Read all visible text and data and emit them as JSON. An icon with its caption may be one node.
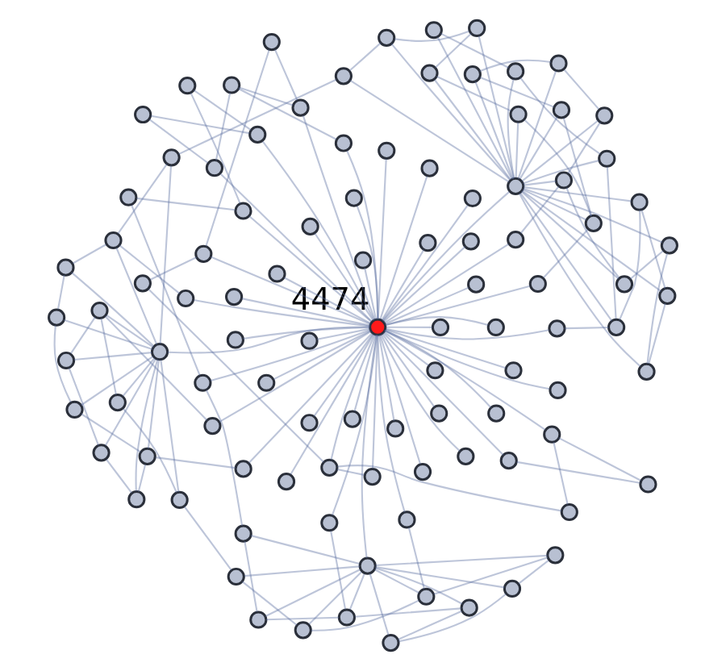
{
  "diagram": {
    "nodes": [
      {
        "text": [],
        "shape": "circle",
        "beside": [
          "4474"
        ]
      },
      {
        "text": [],
        "shape": "circle"
      },
      {
        "text": [],
        "shape": "circle"
      },
      {
        "text": [],
        "shape": "circle"
      },
      {
        "text": [],
        "shape": "circle"
      },
      {
        "text": [],
        "shape": "circle"
      },
      {
        "text": [],
        "shape": "circle"
      },
      {
        "text": [],
        "shape": "circle"
      },
      {
        "text": [],
        "shape": "circle"
      },
      {
        "text": [],
        "shape": "circle"
      },
      {
        "text": [],
        "shape": "circle"
      },
      {
        "text": [],
        "shape": "circle"
      },
      {
        "text": [],
        "shape": "circle"
      },
      {
        "text": [],
        "shape": "circle"
      },
      {
        "text": [],
        "shape": "circle"
      },
      {
        "text": [],
        "shape": "circle"
      },
      {
        "text": [],
        "shape": "circle"
      },
      {
        "text": [],
        "shape": "circle"
      },
      {
        "text": [],
        "shape": "circle"
      },
      {
        "text": [],
        "shape": "circle"
      },
      {
        "text": [],
        "shape": "circle"
      },
      {
        "text": [],
        "shape": "circle"
      },
      {
        "text": [],
        "shape": "circle"
      },
      {
        "text": [],
        "shape": "circle"
      },
      {
        "text": [],
        "shape": "circle"
      },
      {
        "text": [],
        "shape": "circle"
      },
      {
        "text": [],
        "shape": "circle"
      },
      {
        "text": [],
        "shape": "circle"
      },
      {
        "text": [],
        "shape": "circle"
      },
      {
        "text": [],
        "shape": "circle"
      },
      {
        "text": [],
        "shape": "circle"
      },
      {
        "text": [],
        "shape": "circle"
      },
      {
        "text": [],
        "shape": "circle"
      },
      {
        "text": [],
        "shape": "circle"
      },
      {
        "text": [],
        "shape": "circle"
      },
      {
        "text": [],
        "shape": "circle"
      },
      {
        "text": [],
        "shape": "circle"
      },
      {
        "text": [],
        "shape": "circle"
      },
      {
        "text": [],
        "shape": "circle"
      },
      {
        "text": [],
        "shape": "circle"
      },
      {
        "text": [],
        "shape": "circle"
      },
      {
        "text": [],
        "shape": "circle"
      },
      {
        "text": [],
        "shape": "circle"
      },
      {
        "text": [],
        "shape": "circle"
      },
      {
        "text": [],
        "shape": "circle"
      },
      {
        "text": [],
        "shape": "circle"
      },
      {
        "text": [],
        "shape": "circle"
      },
      {
        "text": [],
        "shape": "circle"
      },
      {
        "text": [],
        "shape": "circle"
      },
      {
        "text": [],
        "shape": "circle"
      },
      {
        "text": [],
        "shape": "circle"
      },
      {
        "text": [],
        "shape": "circle"
      },
      {
        "text": [],
        "shape": "circle"
      },
      {
        "text": [],
        "shape": "circle"
      },
      {
        "text": [],
        "shape": "circle"
      },
      {
        "text": [],
        "shape": "circle"
      },
      {
        "text": [],
        "shape": "circle"
      },
      {
        "text": [],
        "shape": "circle"
      },
      {
        "text": [],
        "shape": "circle"
      },
      {
        "text": [],
        "shape": "circle"
      },
      {
        "text": [],
        "shape": "circle"
      },
      {
        "text": [],
        "shape": "circle"
      },
      {
        "text": [],
        "shape": "circle"
      },
      {
        "text": [],
        "shape": "circle"
      },
      {
        "text": [],
        "shape": "circle"
      },
      {
        "text": [],
        "shape": "circle"
      },
      {
        "text": [],
        "shape": "circle"
      },
      {
        "text": [],
        "shape": "circle"
      },
      {
        "text": [],
        "shape": "circle"
      },
      {
        "text": [],
        "shape": "circle"
      },
      {
        "text": [],
        "shape": "circle"
      },
      {
        "text": [],
        "shape": "circle"
      },
      {
        "text": [],
        "shape": "circle"
      },
      {
        "text": [],
        "shape": "circle"
      },
      {
        "text": [],
        "shape": "circle"
      },
      {
        "text": [],
        "shape": "circle"
      },
      {
        "text": [],
        "shape": "circle"
      },
      {
        "text": [],
        "shape": "circle"
      },
      {
        "text": [],
        "shape": "circle"
      },
      {
        "text": [],
        "shape": "circle"
      },
      {
        "text": [],
        "shape": "circle"
      },
      {
        "text": [],
        "shape": "circle"
      },
      {
        "text": [],
        "shape": "circle"
      },
      {
        "text": [],
        "shape": "circle"
      },
      {
        "text": [],
        "shape": "circle"
      },
      {
        "text": [],
        "shape": "circle"
      },
      {
        "text": [],
        "shape": "circle"
      },
      {
        "text": [],
        "shape": "circle"
      },
      {
        "text": [],
        "shape": "circle"
      },
      {
        "text": [],
        "shape": "circle"
      },
      {
        "text": [],
        "shape": "circle"
      },
      {
        "text": [],
        "shape": "circle"
      },
      {
        "text": [],
        "shape": "circle"
      },
      {
        "text": [],
        "shape": "circle"
      },
      {
        "text": [],
        "shape": "circle"
      },
      {
        "text": [],
        "shape": "circle"
      },
      {
        "text": [],
        "shape": "circle"
      },
      {
        "text": [],
        "shape": "circle"
      },
      {
        "text": [],
        "shape": "circle"
      },
      {
        "text": [],
        "shape": "circle"
      }
    ],
    "edges": [
      {
        "from": 0,
        "to": 1,
        "arrow": "none"
      },
      {
        "from": 0,
        "to": 2,
        "arrow": "none"
      },
      {
        "from": 0,
        "to": 3,
        "arrow": "none"
      },
      {
        "from": 0,
        "to": 4,
        "arrow": "none"
      },
      {
        "from": 0,
        "to": 5,
        "arrow": "none"
      },
      {
        "from": 0,
        "to": 6,
        "arrow": "none"
      },
      {
        "from": 0,
        "to": 7,
        "arrow": "none"
      },
      {
        "from": 0,
        "to": 8,
        "arrow": "none"
      },
      {
        "from": 0,
        "to": 9,
        "arrow": "none"
      },
      {
        "from": 0,
        "to": 10,
        "arrow": "none"
      },
      {
        "from": 0,
        "to": 11,
        "arrow": "none"
      },
      {
        "from": 0,
        "to": 12,
        "arrow": "none"
      },
      {
        "from": 0,
        "to": 13,
        "arrow": "none"
      },
      {
        "from": 0,
        "to": 14,
        "arrow": "none"
      },
      {
        "from": 0,
        "to": 15,
        "arrow": "none"
      },
      {
        "from": 0,
        "to": 16,
        "arrow": "none"
      },
      {
        "from": 0,
        "to": 17,
        "arrow": "none"
      },
      {
        "from": 0,
        "to": 18,
        "arrow": "none"
      },
      {
        "from": 0,
        "to": 19,
        "arrow": "none"
      },
      {
        "from": 0,
        "to": 20,
        "arrow": "none"
      },
      {
        "from": 0,
        "to": 21,
        "arrow": "none"
      },
      {
        "from": 0,
        "to": 22,
        "arrow": "none"
      },
      {
        "from": 0,
        "to": 23,
        "arrow": "none"
      },
      {
        "from": 0,
        "to": 24,
        "arrow": "none"
      },
      {
        "from": 0,
        "to": 25,
        "arrow": "none"
      },
      {
        "from": 0,
        "to": 26,
        "arrow": "none"
      },
      {
        "from": 0,
        "to": 27,
        "arrow": "none"
      },
      {
        "from": 0,
        "to": 28,
        "arrow": "none"
      },
      {
        "from": 0,
        "to": 29,
        "arrow": "none"
      },
      {
        "from": 0,
        "to": 30,
        "arrow": "none"
      },
      {
        "from": 0,
        "to": 31,
        "arrow": "none"
      },
      {
        "from": 0,
        "to": 32,
        "arrow": "none"
      },
      {
        "from": 0,
        "to": 33,
        "arrow": "none"
      },
      {
        "from": 0,
        "to": 34,
        "arrow": "none"
      },
      {
        "from": 0,
        "to": 35,
        "arrow": "none"
      },
      {
        "from": 0,
        "to": 36,
        "arrow": "none"
      },
      {
        "from": 0,
        "to": 37,
        "arrow": "none"
      },
      {
        "from": 0,
        "to": 38,
        "arrow": "none"
      },
      {
        "from": 0,
        "to": 39,
        "arrow": "none"
      },
      {
        "from": 0,
        "to": 40,
        "arrow": "none"
      },
      {
        "from": 1,
        "to": 41,
        "arrow": "none"
      },
      {
        "from": 1,
        "to": 42,
        "arrow": "none"
      },
      {
        "from": 1,
        "to": 43,
        "arrow": "none"
      },
      {
        "from": 1,
        "to": 44,
        "arrow": "none"
      },
      {
        "from": 1,
        "to": 45,
        "arrow": "none"
      },
      {
        "from": 1,
        "to": 46,
        "arrow": "none"
      },
      {
        "from": 1,
        "to": 47,
        "arrow": "none"
      },
      {
        "from": 1,
        "to": 48,
        "arrow": "none"
      },
      {
        "from": 1,
        "to": 49,
        "arrow": "none"
      },
      {
        "from": 1,
        "to": 50,
        "arrow": "none"
      },
      {
        "from": 1,
        "to": 51,
        "arrow": "none"
      },
      {
        "from": 1,
        "to": 52,
        "arrow": "none"
      },
      {
        "from": 1,
        "to": 53,
        "arrow": "none"
      },
      {
        "from": 1,
        "to": 54,
        "arrow": "none"
      },
      {
        "from": 1,
        "to": 55,
        "arrow": "none"
      },
      {
        "from": 1,
        "to": 56,
        "arrow": "none"
      },
      {
        "from": 1,
        "to": 57,
        "arrow": "none"
      },
      {
        "from": 1,
        "to": 58,
        "arrow": "none"
      },
      {
        "from": 1,
        "to": 59,
        "arrow": "none"
      },
      {
        "from": 1,
        "to": 60,
        "arrow": "none"
      },
      {
        "from": 3,
        "to": 61,
        "arrow": "none"
      },
      {
        "from": 3,
        "to": 62,
        "arrow": "none"
      },
      {
        "from": 3,
        "to": 63,
        "arrow": "none"
      },
      {
        "from": 3,
        "to": 64,
        "arrow": "none"
      },
      {
        "from": 3,
        "to": 65,
        "arrow": "none"
      },
      {
        "from": 3,
        "to": 66,
        "arrow": "none"
      },
      {
        "from": 3,
        "to": 67,
        "arrow": "none"
      },
      {
        "from": 3,
        "to": 68,
        "arrow": "none"
      },
      {
        "from": 3,
        "to": 69,
        "arrow": "none"
      },
      {
        "from": 3,
        "to": 70,
        "arrow": "none"
      },
      {
        "from": 3,
        "to": 71,
        "arrow": "none"
      },
      {
        "from": 3,
        "to": 72,
        "arrow": "none"
      },
      {
        "from": 2,
        "to": 73,
        "arrow": "none"
      },
      {
        "from": 2,
        "to": 74,
        "arrow": "none"
      },
      {
        "from": 2,
        "to": 75,
        "arrow": "none"
      },
      {
        "from": 2,
        "to": 76,
        "arrow": "none"
      },
      {
        "from": 2,
        "to": 77,
        "arrow": "none"
      },
      {
        "from": 2,
        "to": 78,
        "arrow": "none"
      },
      {
        "from": 2,
        "to": 79,
        "arrow": "none"
      },
      {
        "from": 2,
        "to": 80,
        "arrow": "none"
      },
      {
        "from": 2,
        "to": 81,
        "arrow": "none"
      },
      {
        "from": 2,
        "to": 82,
        "arrow": "none"
      },
      {
        "from": 41,
        "to": 42,
        "arrow": "none"
      },
      {
        "from": 42,
        "to": 43,
        "arrow": "none"
      },
      {
        "from": 43,
        "to": 44,
        "arrow": "none"
      },
      {
        "from": 44,
        "to": 45,
        "arrow": "none"
      },
      {
        "from": 45,
        "to": 46,
        "arrow": "none"
      },
      {
        "from": 46,
        "to": 47,
        "arrow": "none"
      },
      {
        "from": 47,
        "to": 48,
        "arrow": "none"
      },
      {
        "from": 48,
        "to": 49,
        "arrow": "none"
      },
      {
        "from": 49,
        "to": 50,
        "arrow": "none"
      },
      {
        "from": 50,
        "to": 51,
        "arrow": "none"
      },
      {
        "from": 51,
        "to": 52,
        "arrow": "none"
      },
      {
        "from": 52,
        "to": 53,
        "arrow": "none"
      },
      {
        "from": 53,
        "to": 54,
        "arrow": "none"
      },
      {
        "from": 54,
        "to": 55,
        "arrow": "none"
      },
      {
        "from": 55,
        "to": 56,
        "arrow": "none"
      },
      {
        "from": 56,
        "to": 57,
        "arrow": "none"
      },
      {
        "from": 57,
        "to": 58,
        "arrow": "none"
      },
      {
        "from": 58,
        "to": 59,
        "arrow": "none"
      },
      {
        "from": 59,
        "to": 60,
        "arrow": "none"
      },
      {
        "from": 60,
        "to": 61,
        "arrow": "none"
      },
      {
        "from": 61,
        "to": 62,
        "arrow": "none"
      },
      {
        "from": 62,
        "to": 63,
        "arrow": "none"
      },
      {
        "from": 63,
        "to": 64,
        "arrow": "none"
      },
      {
        "from": 64,
        "to": 65,
        "arrow": "none"
      },
      {
        "from": 65,
        "to": 66,
        "arrow": "none"
      },
      {
        "from": 66,
        "to": 67,
        "arrow": "none"
      },
      {
        "from": 67,
        "to": 68,
        "arrow": "none"
      },
      {
        "from": 68,
        "to": 69,
        "arrow": "none"
      },
      {
        "from": 69,
        "to": 70,
        "arrow": "none"
      },
      {
        "from": 70,
        "to": 71,
        "arrow": "none"
      },
      {
        "from": 71,
        "to": 72,
        "arrow": "none"
      },
      {
        "from": 72,
        "to": 73,
        "arrow": "none"
      },
      {
        "from": 73,
        "to": 74,
        "arrow": "none"
      },
      {
        "from": 74,
        "to": 75,
        "arrow": "none"
      },
      {
        "from": 75,
        "to": 76,
        "arrow": "none"
      },
      {
        "from": 76,
        "to": 77,
        "arrow": "none"
      },
      {
        "from": 77,
        "to": 78,
        "arrow": "none"
      },
      {
        "from": 78,
        "to": 79,
        "arrow": "none"
      },
      {
        "from": 79,
        "to": 80,
        "arrow": "none"
      },
      {
        "from": 80,
        "to": 81,
        "arrow": "none"
      },
      {
        "from": 81,
        "to": 82,
        "arrow": "none"
      },
      {
        "from": 82,
        "to": 83,
        "arrow": "none"
      },
      {
        "from": 83,
        "to": 84,
        "arrow": "none"
      },
      {
        "from": 84,
        "to": 85,
        "arrow": "none"
      },
      {
        "from": 85,
        "to": 86,
        "arrow": "none"
      },
      {
        "from": 86,
        "to": 87,
        "arrow": "none"
      },
      {
        "from": 87,
        "to": 88,
        "arrow": "none"
      },
      {
        "from": 88,
        "to": 89,
        "arrow": "none"
      },
      {
        "from": 89,
        "to": 90,
        "arrow": "none"
      },
      {
        "from": 90,
        "to": 91,
        "arrow": "none"
      },
      {
        "from": 91,
        "to": 92,
        "arrow": "none"
      },
      {
        "from": 92,
        "to": 93,
        "arrow": "none"
      },
      {
        "from": 93,
        "to": 94,
        "arrow": "none"
      },
      {
        "from": 94,
        "to": 95,
        "arrow": "none"
      },
      {
        "from": 95,
        "to": 96,
        "arrow": "none"
      },
      {
        "from": 96,
        "to": 97,
        "arrow": "none"
      },
      {
        "from": 97,
        "to": 98,
        "arrow": "none"
      },
      {
        "from": 98,
        "to": 99,
        "arrow": "none"
      },
      {
        "from": 0,
        "to": 83,
        "arrow": "none"
      },
      {
        "from": 0,
        "to": 85,
        "arrow": "none"
      },
      {
        "from": 0,
        "to": 87,
        "arrow": "none"
      },
      {
        "from": 0,
        "to": 89,
        "arrow": "none"
      },
      {
        "from": 0,
        "to": 91,
        "arrow": "none"
      },
      {
        "from": 0,
        "to": 93,
        "arrow": "none"
      },
      {
        "from": 0,
        "to": 95,
        "arrow": "none"
      },
      {
        "from": 0,
        "to": 97,
        "arrow": "none"
      },
      {
        "from": 0,
        "to": 99,
        "arrow": "none"
      },
      {
        "from": 4,
        "to": 50,
        "arrow": "none"
      },
      {
        "from": 5,
        "to": 62,
        "arrow": "none"
      },
      {
        "from": 6,
        "to": 75,
        "arrow": "none"
      },
      {
        "from": 7,
        "to": 90,
        "arrow": "none"
      },
      {
        "from": 8,
        "to": 95,
        "arrow": "none"
      },
      {
        "from": 9,
        "to": 44,
        "arrow": "none"
      },
      {
        "from": 10,
        "to": 66,
        "arrow": "none"
      },
      {
        "from": 11,
        "to": 80,
        "arrow": "none"
      },
      {
        "from": 12,
        "to": 55,
        "arrow": "none"
      },
      {
        "from": 13,
        "to": 70,
        "arrow": "none"
      }
    ]
  }
}
